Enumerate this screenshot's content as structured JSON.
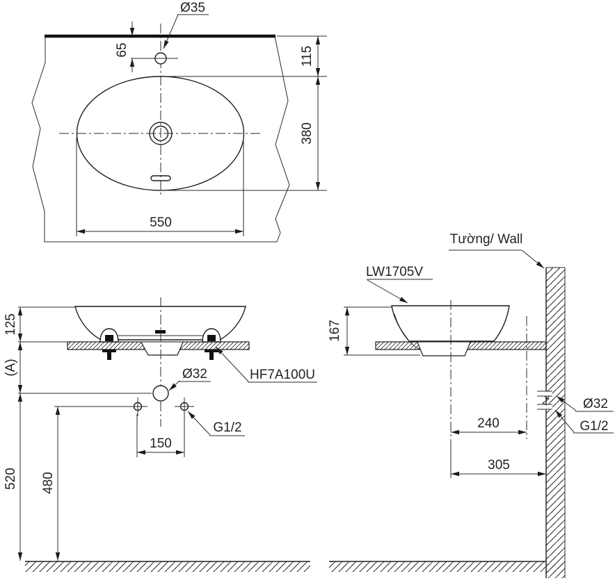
{
  "drawing": {
    "type": "technical-installation-drawing",
    "product": "countertop lavatory basin",
    "colors": {
      "line": "#1c1c1c",
      "background": "#ffffff"
    },
    "top_view": {
      "faucet_hole_dia": "Ø35",
      "dim_faucet_offset": "65",
      "dim_top_to_basin": "115",
      "dim_basin_depth": "380",
      "dim_basin_width": "550"
    },
    "front_view": {
      "dim_rim_above_counter": "125",
      "dim_counter_to_drain": "(A)",
      "dim_drain_height": "520",
      "dim_supply_height": "480",
      "dim_supply_spacing": "150",
      "drain_dia": "Ø32",
      "clip_code": "HF7A100U",
      "supply_thread": "G1/2"
    },
    "side_view": {
      "model_code": "LW1705V",
      "wall_label": "Tường/ Wall",
      "dim_basin_height": "167",
      "dim_faucet_to_drain": "240",
      "dim_wall_to_drain": "305",
      "drain_dia": "Ø32",
      "supply_thread": "G1/2"
    }
  }
}
